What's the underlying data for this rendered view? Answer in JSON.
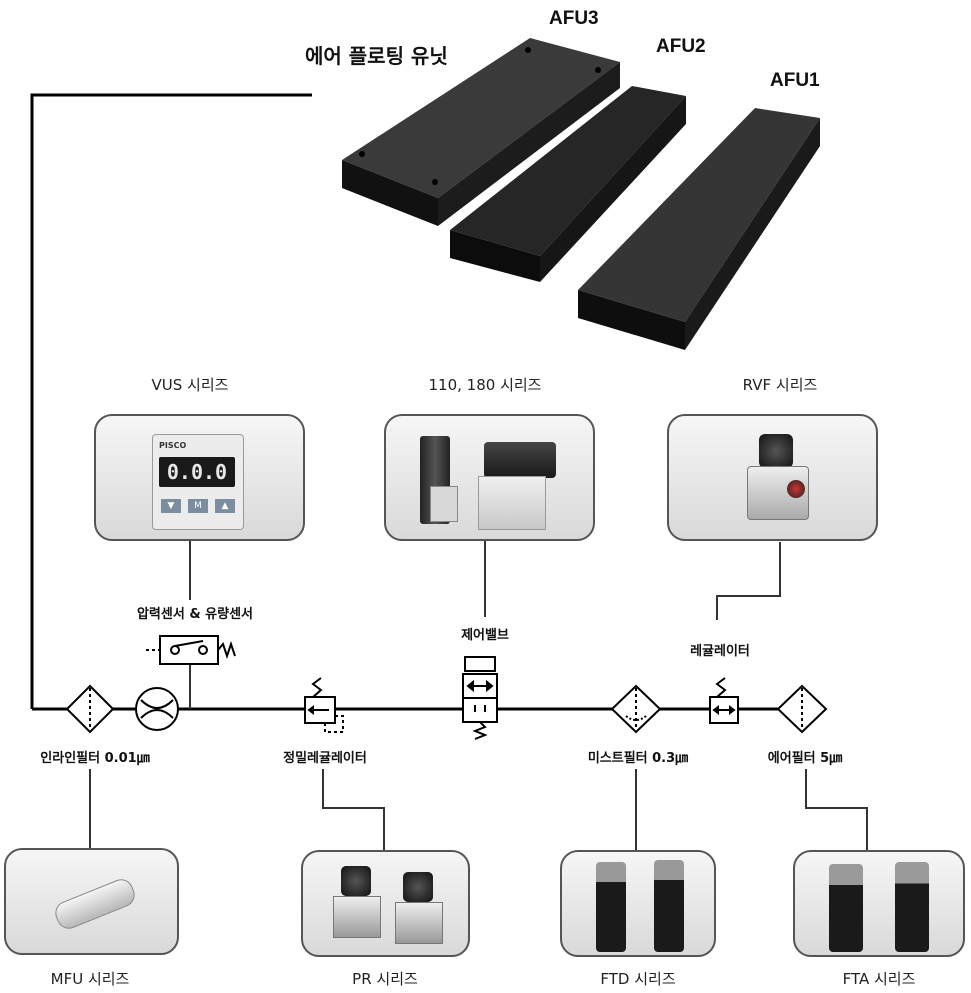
{
  "title": "에어 플로팅 유닛",
  "plates": [
    {
      "label": "AFU3"
    },
    {
      "label": "AFU2"
    },
    {
      "label": "AFU1"
    }
  ],
  "top_series": {
    "vus": "VUS 시리즈",
    "valve": "110, 180 시리즈",
    "rvf": "RVF 시리즈"
  },
  "components": {
    "pressure_sensor": "압력센서 & 유량센서",
    "control_valve": "제어밸브",
    "regulator": "레귤레이터",
    "inline_filter": "인라인필터 0.01㎛",
    "precision_regulator": "정밀레귤레이터",
    "mist_filter": "미스트필터 0.3㎛",
    "air_filter": "에어필터 5㎛"
  },
  "bottom_series": {
    "mfu": "MFU 시리즈",
    "pr": "PR 시리즈",
    "ftd": "FTD 시리즈",
    "fta": "FTA 시리즈"
  },
  "sensor_display": {
    "brand": "PISCO",
    "reading": "0.0.0",
    "keys": [
      "▼",
      "M",
      "▲"
    ]
  }
}
